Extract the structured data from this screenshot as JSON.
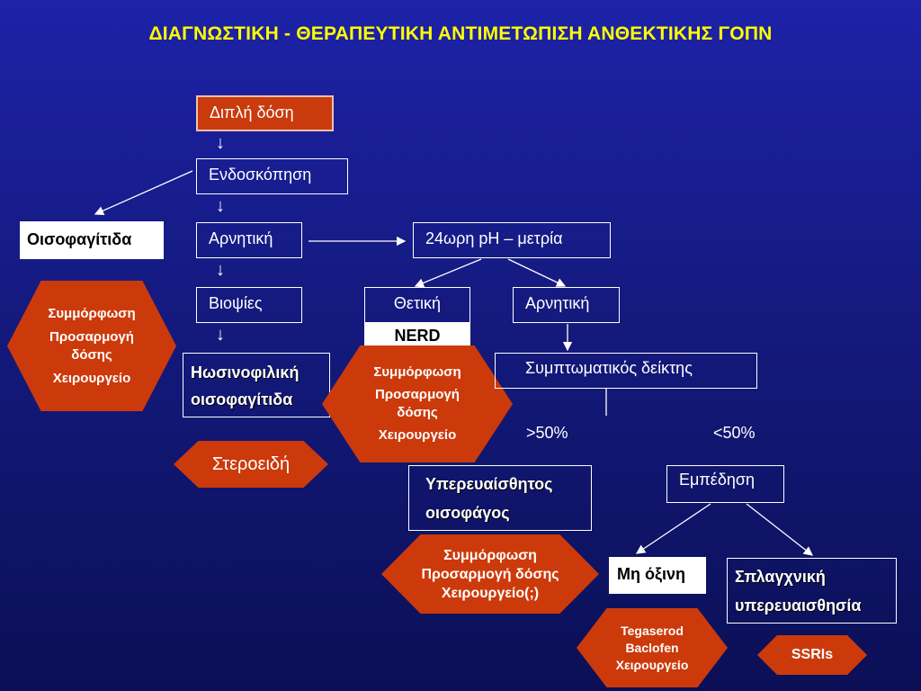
{
  "title": "ΔΙΑΓΝΩΣΤΙΚΗ - ΘΕΡΑΠΕΥΤΙΚΗ  ΑΝΤΙΜΕΤΩΠΙΣΗ  ΑΝΘΕΚΤΙΚΗΣ  ΓΟΠΝ",
  "arrow_symbol": "↓",
  "nodes": {
    "double_dose": "Διπλή δόση",
    "endoscopy": "Ενδοσκόπηση",
    "esophagitis": "Οισοφαγίτιδα",
    "negative_1": "Αρνητική",
    "ph_metry": "24ωρη pH – μετρία",
    "biopsies": "Βιοψίες",
    "positive": "Θετική",
    "nerd": "NERD",
    "negative_2": "Αρνητική",
    "eosinophilic_1": "Ηωσινοφιλική",
    "eosinophilic_2": "οισοφαγίτιδα",
    "symptom_index": "Συμπτωματικός δείκτης",
    "gt50": ">50%",
    "lt50": "<50%",
    "hypersensitive_1": "Υπερευαίσθητος",
    "hypersensitive_2": "οισοφάγος",
    "persistence": "Εμπέδηση",
    "non_acid": "Μη όξινη",
    "visceral_1": "Σπλαγχνική",
    "visceral_2": "υπερευαισθησία"
  },
  "hex_left": [
    "Συμμόρφωση",
    "Προσαρμογή",
    "δόσης",
    "Χειρουργείο"
  ],
  "steroids": "Στεροειδή",
  "hex_nerd": [
    "Συμμόρφωση",
    "Προσαρμογή",
    "δόσης",
    "Χειρουργείο"
  ],
  "hex_hyper": [
    "Συμμόρφωση",
    "Προσαρμογή δόσης",
    "Χειρουργείο(;)"
  ],
  "hex_nonacid": [
    "Tegaserod",
    "Baclofen",
    "Χειρουργείο"
  ],
  "ssris": "SSRIs",
  "colors": {
    "background": "#141a7e",
    "title": "#ffff00",
    "hexagon": "#cc3a0b"
  }
}
